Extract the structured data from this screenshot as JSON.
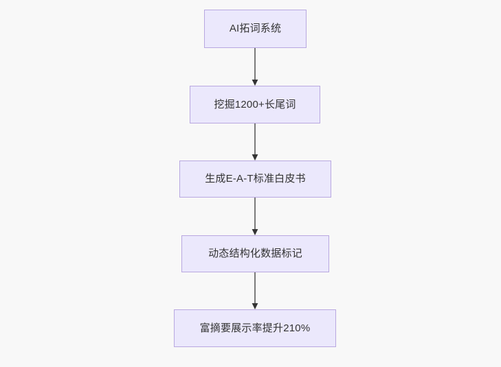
{
  "diagram": {
    "type": "flowchart",
    "orientation": "top-to-bottom",
    "background_color": "#f8f8f8",
    "node_fill_color": "#ebe8fc",
    "node_border_color": "#b8a7e0",
    "node_text_color": "#333333",
    "connector_color": "#7a7a7a",
    "arrowhead_color": "#333333",
    "nodes": [
      {
        "id": "node-1",
        "label": "AI拓词系统"
      },
      {
        "id": "node-2",
        "label": "挖掘1200+长尾词"
      },
      {
        "id": "node-3",
        "label": "生成E-A-T标准白皮书"
      },
      {
        "id": "node-4",
        "label": "动态结构化数据标记"
      },
      {
        "id": "node-5",
        "label": "富摘要展示率提升210%"
      }
    ],
    "edges": [
      {
        "id": "edge-1",
        "from": "node-1",
        "to": "node-2",
        "label": ""
      },
      {
        "id": "edge-2",
        "from": "node-2",
        "to": "node-3",
        "label": ""
      },
      {
        "id": "edge-3",
        "from": "node-3",
        "to": "node-4",
        "label": ""
      },
      {
        "id": "edge-4",
        "from": "node-4",
        "to": "node-5",
        "label": ""
      }
    ]
  }
}
